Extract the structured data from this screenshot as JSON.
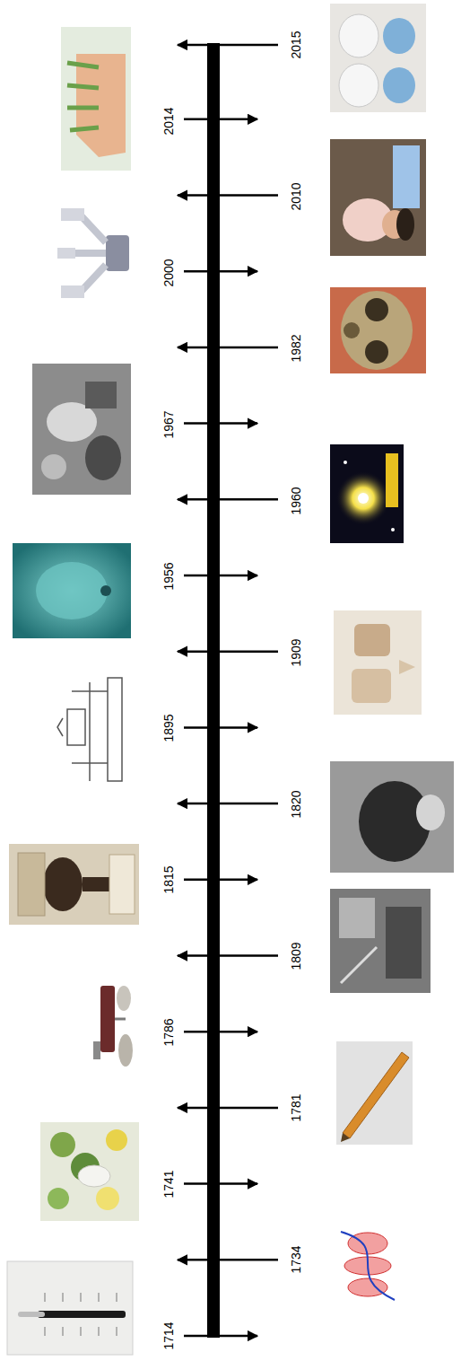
{
  "diagram": {
    "labels": [
      "1714",
      "1734",
      "1741",
      "1781",
      "1786",
      "1809",
      "1815",
      "1820",
      "1895",
      "1909",
      "1956",
      "1960",
      "1967",
      "1982",
      "2000",
      "2010",
      "2014",
      "2015"
    ]
  }
}
